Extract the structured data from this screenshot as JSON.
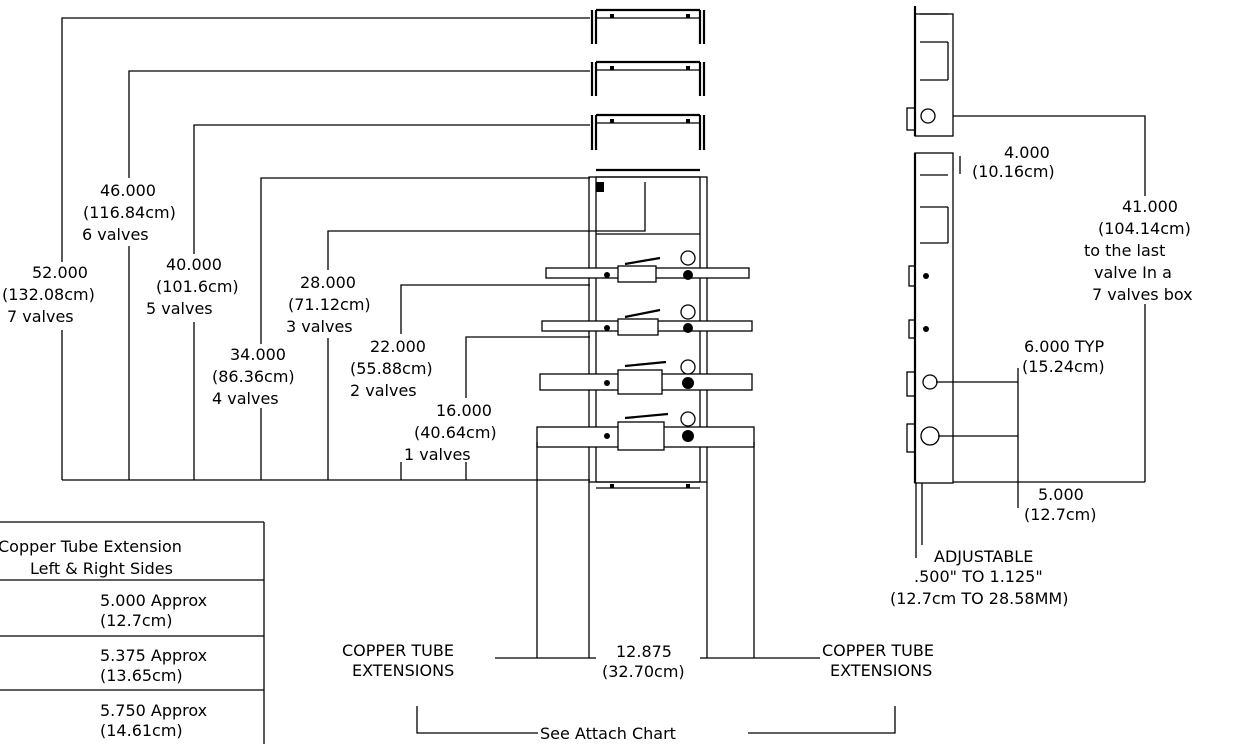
{
  "dimensions": {
    "d52": {
      "value": "52.000",
      "metric": "(132.08cm)",
      "note": "7 valves"
    },
    "d46": {
      "value": "46.000",
      "metric": "(116.84cm)",
      "note": "6 valves"
    },
    "d40": {
      "value": "40.000",
      "metric": "(101.6cm)",
      "note": "5 valves"
    },
    "d34": {
      "value": "34.000",
      "metric": "(86.36cm)",
      "note": "4 valves"
    },
    "d28": {
      "value": "28.000",
      "metric": "(71.12cm)",
      "note": "3 valves"
    },
    "d22": {
      "value": "22.000",
      "metric": "(55.88cm)",
      "note": "2 valves"
    },
    "d16": {
      "value": "16.000",
      "metric": "(40.64cm)",
      "note": "1 valves"
    }
  },
  "side_view": {
    "depth": {
      "value": "4.000",
      "metric": "(10.16cm)"
    },
    "last_valve": {
      "value": "41.000",
      "metric": "(104.14cm)",
      "line1": "to the last",
      "line2": "valve In a",
      "line3": "7 valves box"
    },
    "spacing": {
      "value": "6.000 TYP",
      "metric": "(15.24cm)"
    },
    "bottom": {
      "value": "5.000",
      "metric": "(12.7cm)"
    },
    "adjustable": {
      "line1": "ADJUSTABLE",
      "line2": ".500\" TO 1.125\"",
      "line3": "(12.7cm TO 28.58MM)"
    }
  },
  "width": {
    "value": "12.875",
    "metric": "(32.70cm)"
  },
  "copper_left": {
    "line1": "COPPER TUBE",
    "line2": "EXTENSIONS"
  },
  "copper_right": {
    "line1": "COPPER TUBE",
    "line2": "EXTENSIONS"
  },
  "attach_chart": "See Attach Chart",
  "table": {
    "header_line1": "Copper Tube Extension",
    "header_line2": "Left & Right Sides",
    "rows": [
      {
        "value": "5.000 Approx",
        "metric": "(12.7cm)"
      },
      {
        "value": "5.375 Approx",
        "metric": "(13.65cm)"
      },
      {
        "value": "5.750 Approx",
        "metric": "(14.61cm)"
      }
    ]
  }
}
